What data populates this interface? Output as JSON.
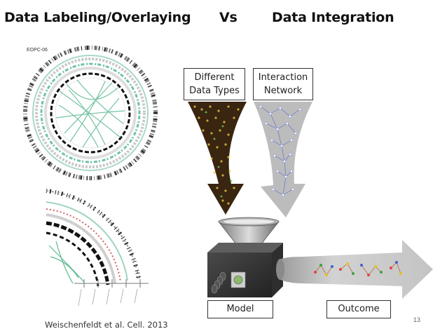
{
  "header": {
    "left": "Data Labeling/Overlaying",
    "vs": "Vs",
    "right": "Data Integration"
  },
  "diagram": {
    "types_line1": "Different",
    "types_line2": "Data Types",
    "network_line1": "Interaction",
    "network_line2": "Network",
    "model": "Model",
    "outcome": "Outcome"
  },
  "figure": {
    "circos_label": "EOPC-06"
  },
  "footer": {
    "citation": "Weischenfeldt et al. Cell. 2013",
    "page": "13"
  },
  "colors": {
    "grey_arrow": "#bcbcbc",
    "dark_arrow": "#3a2510",
    "funnel": "#555555",
    "circos_green": "#5cb890"
  }
}
